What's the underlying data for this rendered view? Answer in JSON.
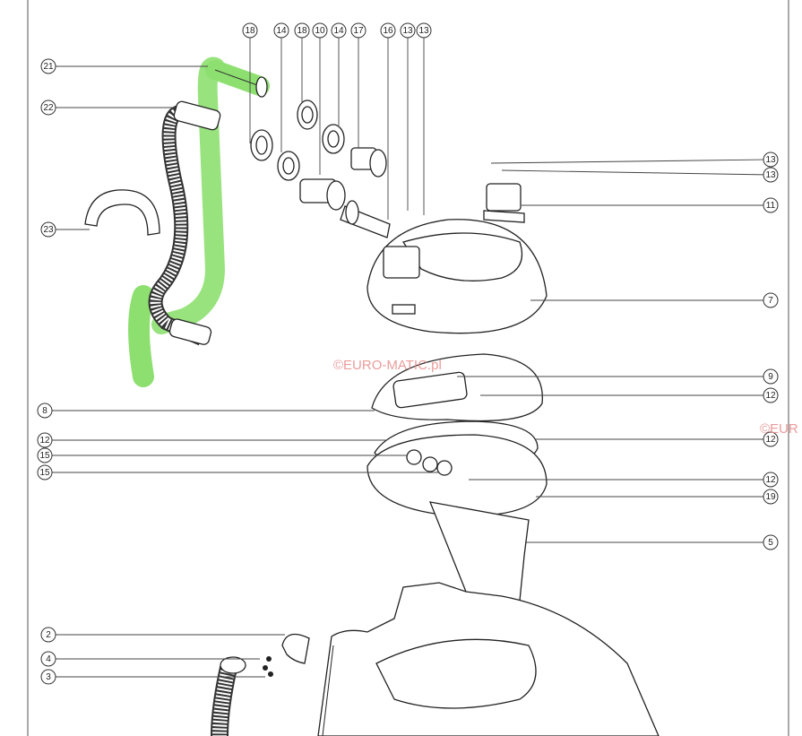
{
  "diagram": {
    "callouts": [
      "18",
      "14",
      "18",
      "10",
      "14",
      "17",
      "16",
      "13",
      "13",
      "21",
      "22",
      "23",
      "8",
      "12",
      "15",
      "15",
      "2",
      "4",
      "3",
      "13",
      "13",
      "11",
      "7",
      "9",
      "12",
      "12",
      "12",
      "19",
      "5"
    ],
    "watermark": "©EURO-MATIC.pl",
    "watermark_cut": "©EUR",
    "highlight_color": "#8de070"
  }
}
